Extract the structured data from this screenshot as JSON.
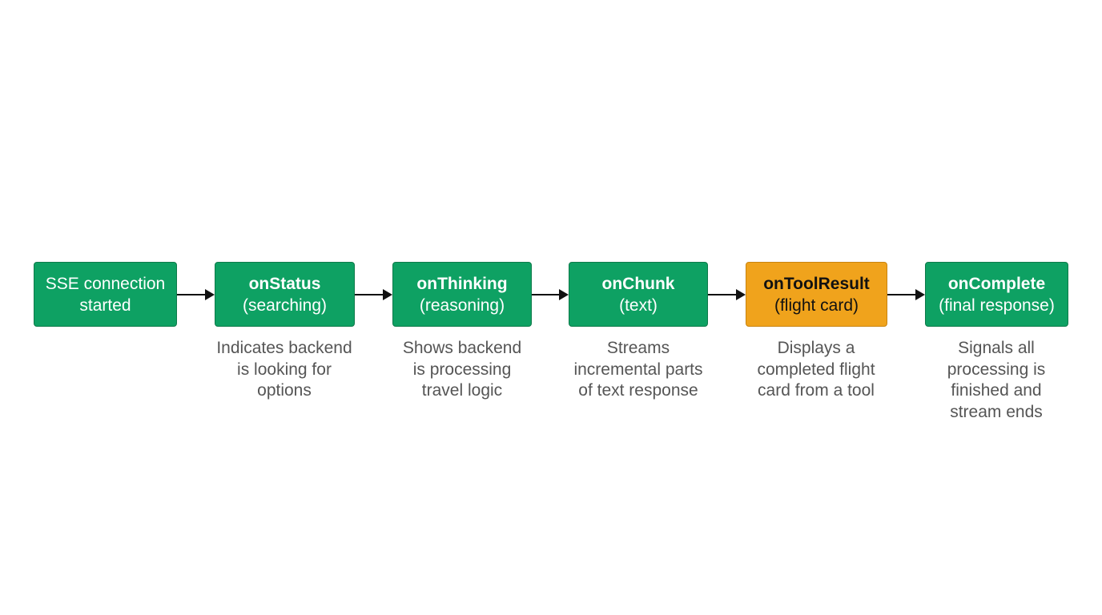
{
  "colors": {
    "node_green": "#0ea163",
    "node_orange": "#f0a31c",
    "arrow": "#111111",
    "caption_text": "#555555"
  },
  "nodes": [
    {
      "title": "SSE connection",
      "subtitle": "started",
      "caption": ""
    },
    {
      "title": "onStatus",
      "subtitle": "(searching)",
      "caption": "Indicates backend\nis looking for\noptions"
    },
    {
      "title": "onThinking",
      "subtitle": "(reasoning)",
      "caption": "Shows backend\nis processing\ntravel logic"
    },
    {
      "title": "onChunk",
      "subtitle": "(text)",
      "caption": "Streams\nincremental parts\nof text response"
    },
    {
      "title": "onToolResult",
      "subtitle": "(flight card)",
      "caption": "Displays a\ncompleted flight\ncard from a tool"
    },
    {
      "title": "onComplete",
      "subtitle": "(final response)",
      "caption": "Signals all\nprocessing is\nfinished and\nstream ends"
    }
  ]
}
